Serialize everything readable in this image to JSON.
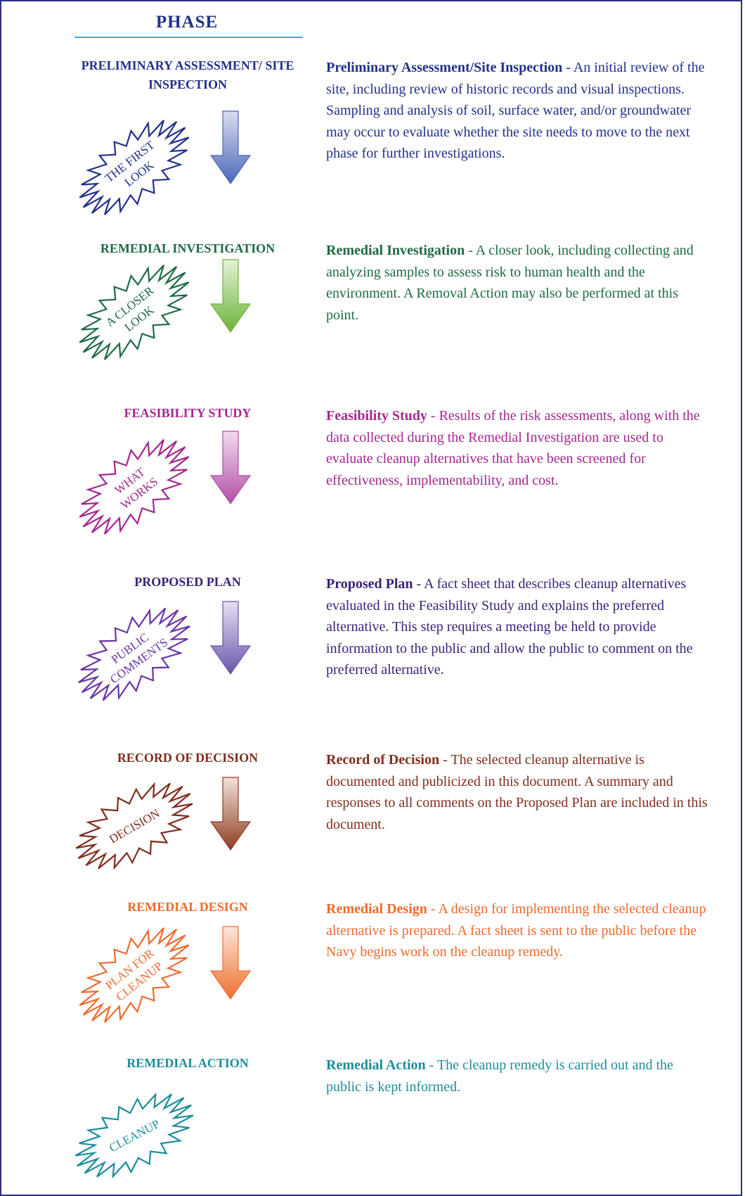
{
  "header": {
    "title": "PHASE"
  },
  "stages": [
    {
      "name": "PRELIMINARY ASSESSMENT/ SITE INSPECTION",
      "tag_lines": [
        "THE FIRST",
        "LOOK"
      ],
      "color": "#22308a",
      "arrow_top": "#d9dcef",
      "arrow_bottom": "#4a68b8",
      "term": "Preliminary Assessment/Site Inspection",
      "description": " - An initial review of the site, including review of historic records and visual inspections. Sampling and analysis of soil, surface water, and/or groundwater may occur to evaluate whether the site needs to move to the next phase for further investigations."
    },
    {
      "name": "REMEDIAL INVESTIGATION",
      "tag_lines": [
        "A CLOSER",
        "LOOK"
      ],
      "color": "#1d6a42",
      "arrow_top": "#e4f2d6",
      "arrow_bottom": "#6db33a",
      "term": "Remedial Investigation",
      "description": " - A closer look, including collecting and analyzing samples to assess risk to human health and the environment. A Removal Action may also be performed at this point."
    },
    {
      "name": "FEASIBILITY STUDY",
      "tag_lines": [
        "WHAT",
        "WORKS"
      ],
      "color": "#a3268f",
      "arrow_top": "#f1dcec",
      "arrow_bottom": "#b24ea7",
      "term": "Feasibility Study",
      "description": " - Results of the risk assessments, along with the data collected during the Remedial Investigation are used to evaluate cleanup alternatives that have been screened for effectiveness, implementability, and cost."
    },
    {
      "name": "PROPOSED PLAN",
      "tag_lines": [
        "PUBLIC",
        "COMMENTS"
      ],
      "color": "#3a1f76",
      "tag_color": "#6a34a6",
      "arrow_top": "#e6e0f1",
      "arrow_bottom": "#6b55ad",
      "term": "Proposed Plan",
      "description": " - A fact sheet that describes cleanup alternatives evaluated in the Feasibility Study and explains the preferred alternative.  This step requires a meeting be held to provide information to the public and allow the public to comment on the preferred alternative."
    },
    {
      "name": "RECORD OF DECISION",
      "tag_lines": [
        "DECISION"
      ],
      "color": "#7f2d1d",
      "arrow_top": "#f1e2dc",
      "arrow_bottom": "#8f3d22",
      "term": "Record of Decision",
      "description": " - The selected cleanup alternative is documented and publicized in this document.  A summary and responses to all comments on the Proposed Plan are included in this document."
    },
    {
      "name": "REMEDIAL DESIGN",
      "tag_lines": [
        "PLAN FOR",
        "CLEANUP"
      ],
      "color": "#ee6a2d",
      "arrow_top": "#fbe6da",
      "arrow_bottom": "#ee6f30",
      "term": "Remedial Design",
      "description": " - A design for implementing the selected cleanup alternative is prepared. A fact sheet is sent to the public before the Navy begins work on the cleanup remedy."
    },
    {
      "name": "REMEDIAL ACTION",
      "tag_lines": [
        "CLEANUP"
      ],
      "color": "#1b8d9a",
      "term": "Remedial Action",
      "description": " - The cleanup remedy is carried out and the public is kept informed."
    }
  ]
}
